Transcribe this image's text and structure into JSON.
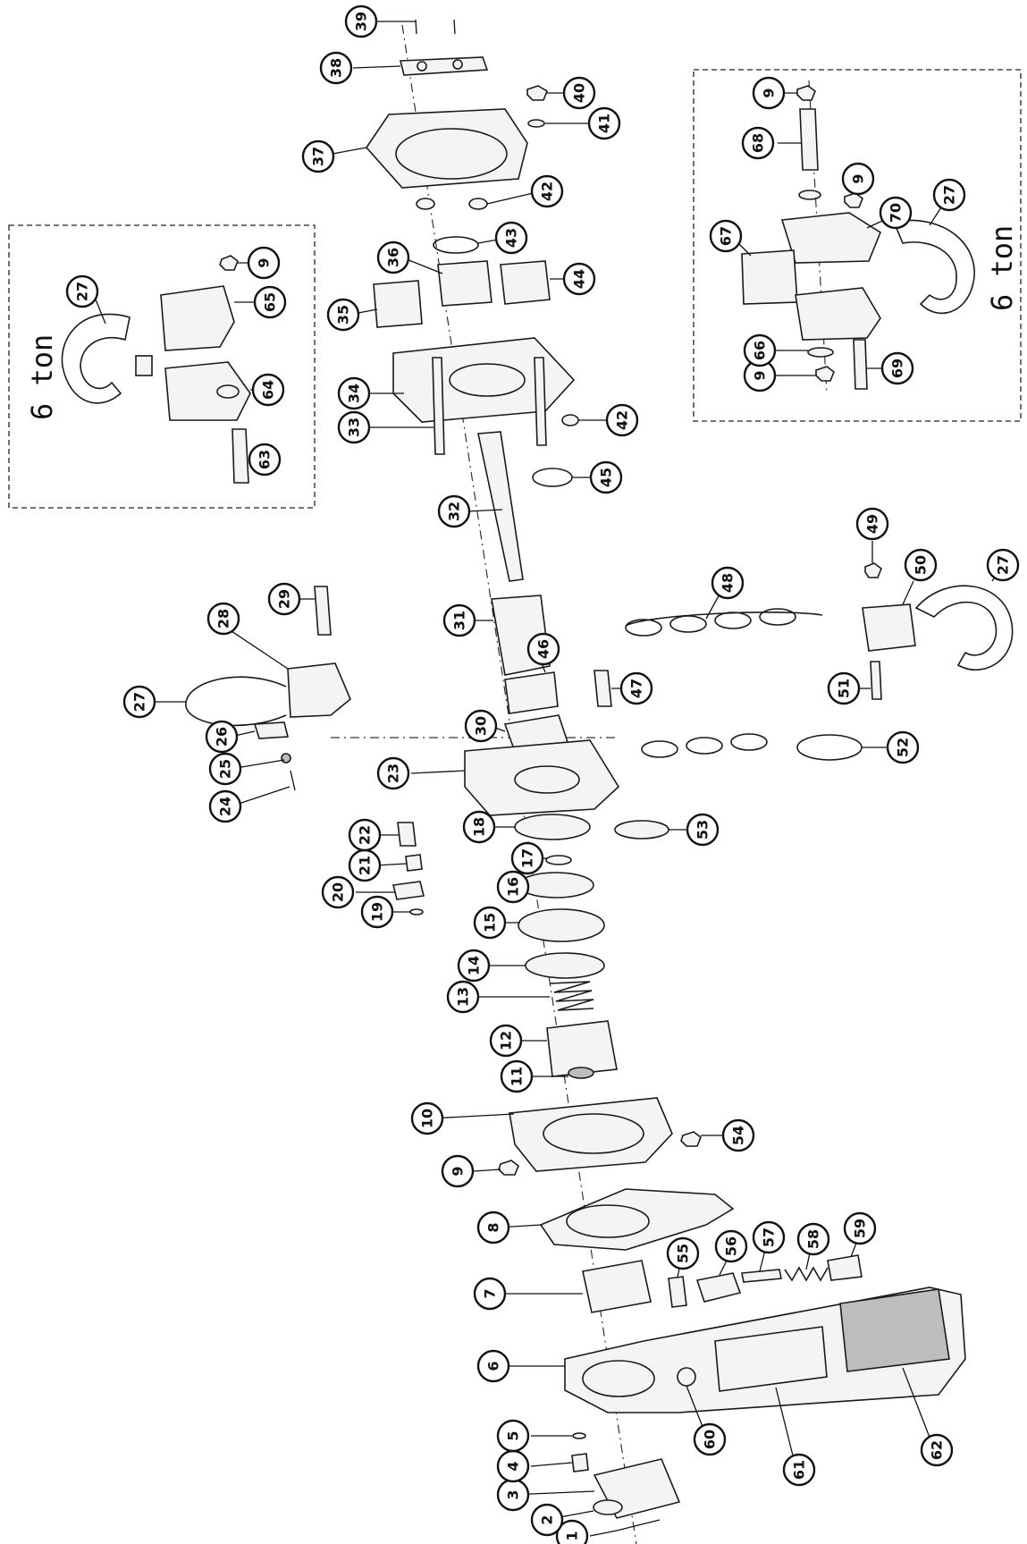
{
  "inset_left": {
    "label": "6 ton"
  },
  "inset_right": {
    "label": "6 ton"
  },
  "callouts": [
    "1",
    "2",
    "3",
    "4",
    "5",
    "6",
    "7",
    "8",
    "9",
    "10",
    "11",
    "12",
    "13",
    "14",
    "15",
    "16",
    "17",
    "18",
    "19",
    "20",
    "21",
    "22",
    "23",
    "24",
    "25",
    "26",
    "27",
    "28",
    "29",
    "30",
    "31",
    "32",
    "33",
    "34",
    "35",
    "36",
    "37",
    "38",
    "39",
    "40",
    "41",
    "42",
    "43",
    "44",
    "45",
    "46",
    "47",
    "48",
    "49",
    "50",
    "51",
    "52",
    "53",
    "54",
    "55",
    "56",
    "57",
    "58",
    "59",
    "60",
    "61",
    "62",
    "63",
    "64",
    "65",
    "66",
    "67",
    "68",
    "69",
    "70"
  ]
}
